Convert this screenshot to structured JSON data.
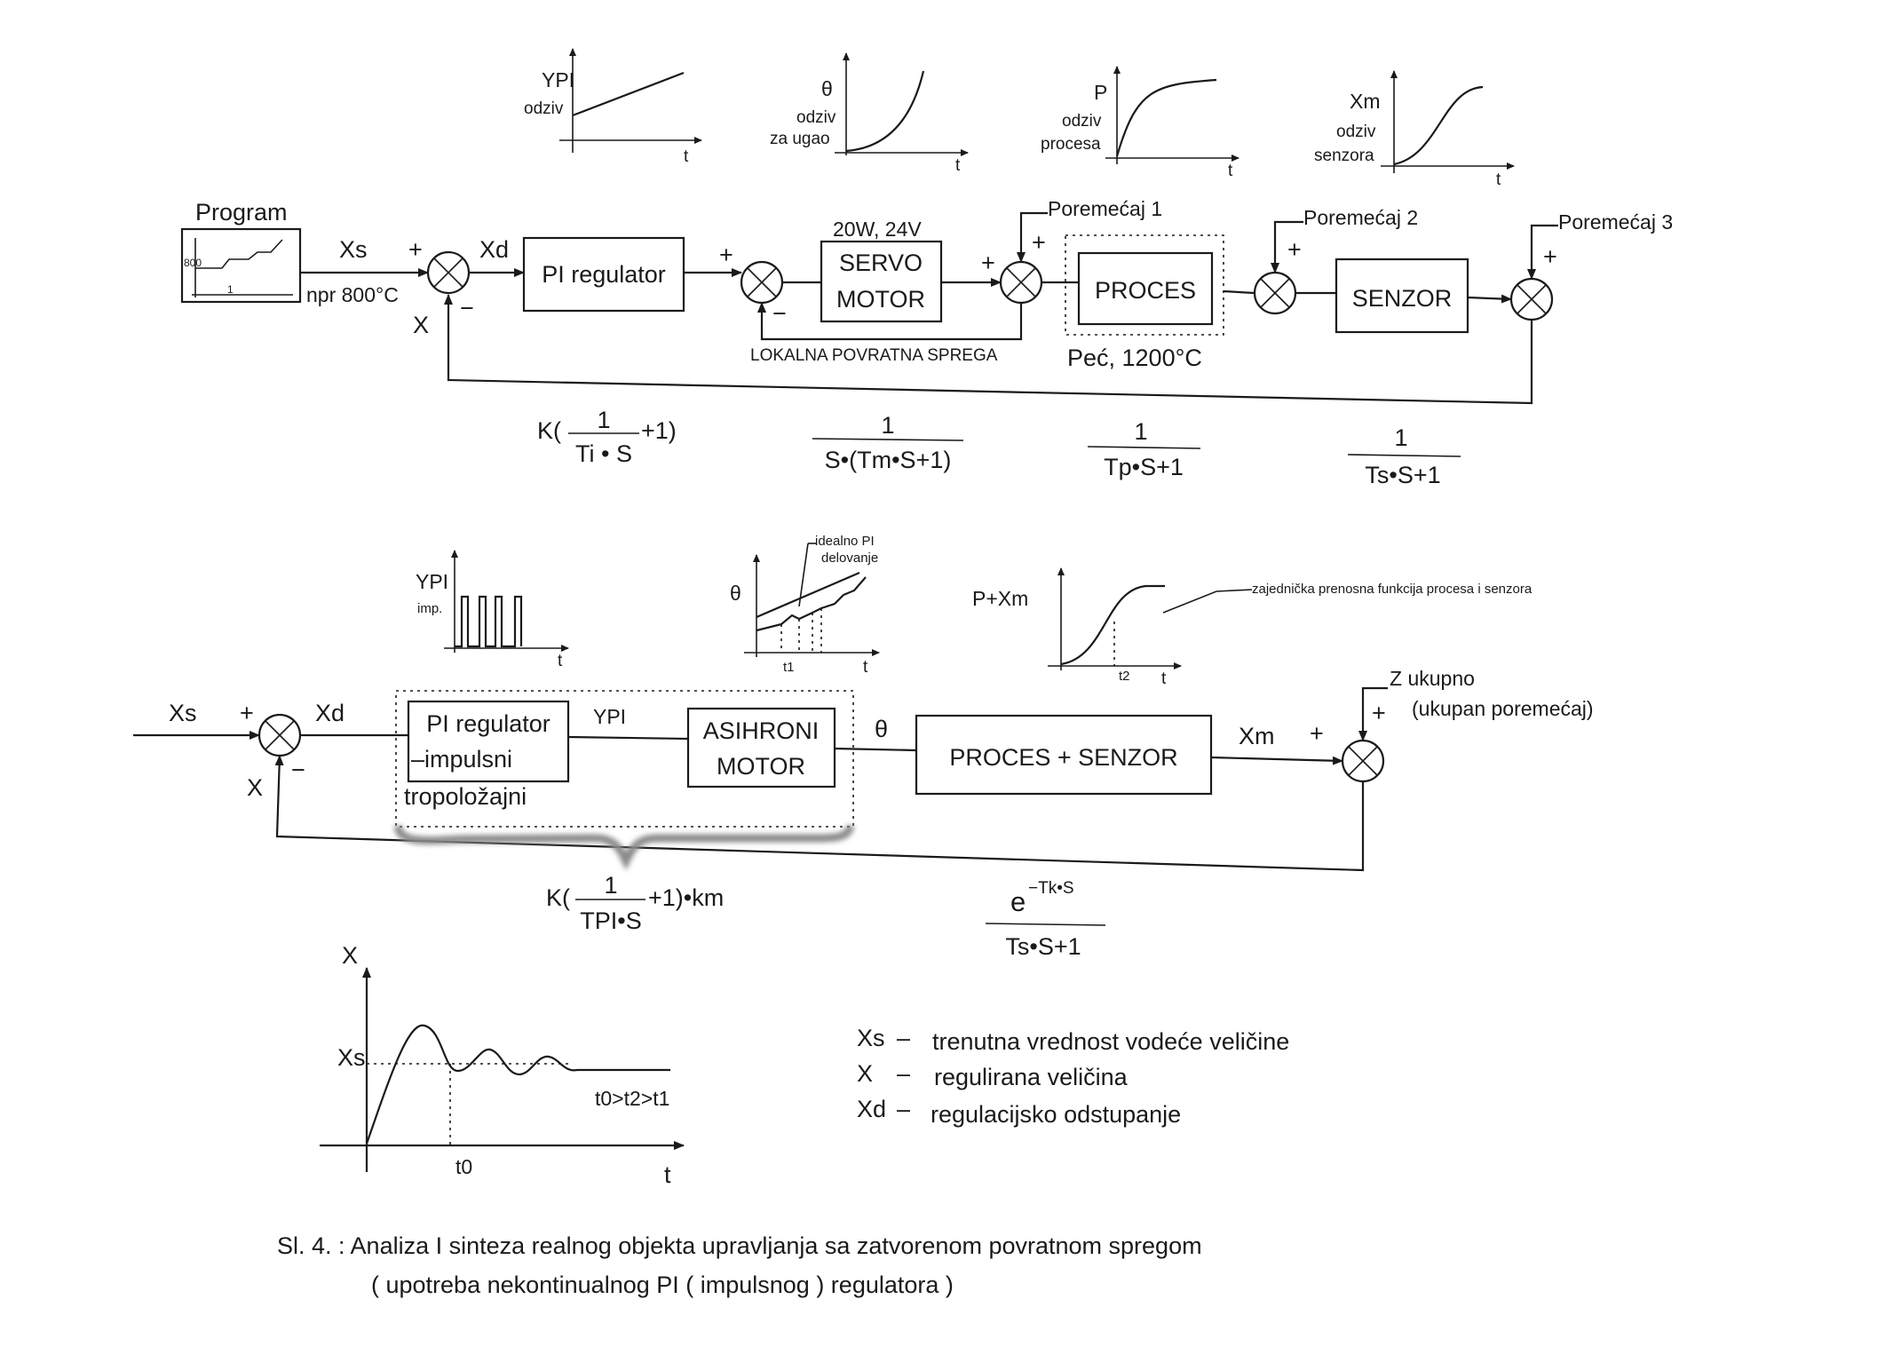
{
  "diagram1": {
    "program_label": "Program",
    "program_ticks": [
      "800",
      "1"
    ],
    "xs_label": "Xs",
    "xd_label": "Xd",
    "setpoint_label": "npr 800°C",
    "feedback_label": "X",
    "plus": "+",
    "minus": "−",
    "pi_regulator": "PI regulator",
    "servo_spec": "20W, 24V",
    "servo_line1": "SERVO",
    "servo_line2": "MOTOR",
    "local_feedback": "LOKALNA POVRATNA SPREGA",
    "proces": "PROCES",
    "pec_label": "Peć, 1200°C",
    "senzor": "SENZOR",
    "poremecaj1": "Poremećaj 1",
    "poremecaj2": "Poremećaj 2",
    "poremecaj3": "Poremećaj 3",
    "graphs": [
      {
        "y": "YPI",
        "note": "odziv",
        "x": "t"
      },
      {
        "y": "θ",
        "note1": "odziv",
        "note2": "za ugao",
        "x": "t"
      },
      {
        "y": "P",
        "note1": "odziv",
        "note2": "procesa",
        "x": "t"
      },
      {
        "y": "Xm",
        "note1": "odziv",
        "note2": "senzora",
        "x": "t"
      }
    ],
    "tf_pi": {
      "prefix": "K(",
      "num": "1",
      "den": "Ti • S",
      "suffix": "+1)"
    },
    "tf_servo": {
      "num": "1",
      "den": "S•(Tm•S+1)"
    },
    "tf_proces": {
      "num": "1",
      "den": "Tp•S+1"
    },
    "tf_senzor": {
      "num": "1",
      "den": "Ts•S+1"
    }
  },
  "diagram2": {
    "xs_label": "Xs",
    "xd_label": "Xd",
    "feedback_label": "X",
    "plus": "+",
    "minus": "−",
    "pi_line1": "PI regulator",
    "pi_line2": "–impulsni",
    "pi_line3": "tropoložajni",
    "ypi_label": "YPI",
    "motor_line1": "ASIHRONI",
    "motor_line2": "MOTOR",
    "theta_label": "θ",
    "proces_senzor": "PROCES + SENZOR",
    "xm_label": "Xm",
    "z_label": "Z ukupno",
    "z_note": "(ukupan poremećaj)",
    "graph_imp": {
      "y": "YPI",
      "note": "imp.",
      "x": "t"
    },
    "graph_theta": {
      "y": "θ",
      "ann1": "idealno PI",
      "ann2": "delovanje",
      "t1": "t1",
      "x": "t"
    },
    "graph_pxm": {
      "y": "P+Xm",
      "t2": "t2",
      "x": "t",
      "ann": "zajednička prenosna funkcija procesa i senzora"
    },
    "tf_pi": {
      "prefix": "K(",
      "num": "1",
      "den": "TPI•S",
      "suffix": "+1)•km"
    },
    "tf_ps": {
      "num_base": "e",
      "num_exp": "−Tk•S",
      "den": "Ts•S+1"
    }
  },
  "response_graph": {
    "y": "X",
    "xs": "Xs",
    "t0": "t0",
    "x": "t",
    "relation": "t0>t2>t1"
  },
  "legend": [
    {
      "symbol": "Xs",
      "dash": "–",
      "text": "trenutna vrednost vodeće veličine"
    },
    {
      "symbol": "X",
      "dash": "–",
      "text": "regulirana veličina"
    },
    {
      "symbol": "Xd",
      "dash": "–",
      "text": "regulacijsko odstupanje"
    }
  ],
  "caption": {
    "line1": "Sl. 4. : Analiza I sinteza realnog objekta upravljanja sa zatvorenom povratnom spregom",
    "line2": "( upotreba nekontinualnog  PI ( impulsnog ) regulatora )"
  }
}
